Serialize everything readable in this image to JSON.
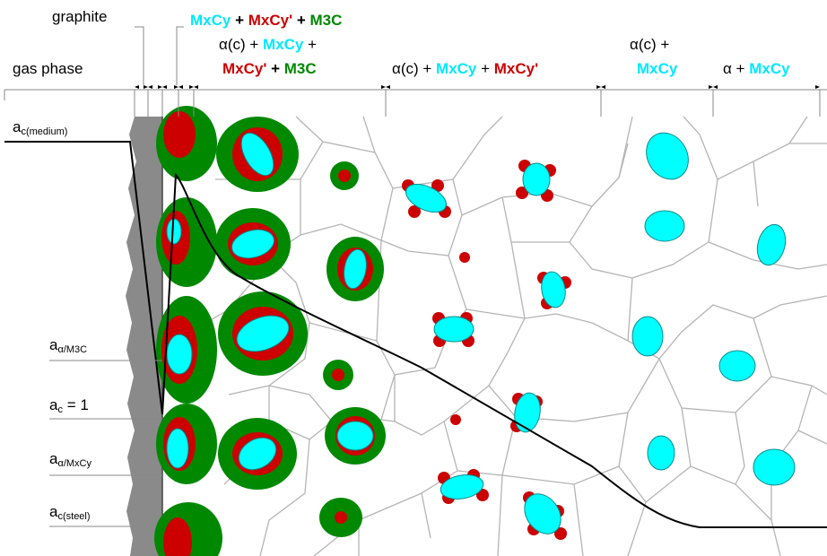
{
  "colors": {
    "cyan": "#00ffff",
    "red": "#cc0000",
    "green": "#008800",
    "gray": "#888888",
    "grain_boundary": "#b0b0b0",
    "text": "#000000"
  },
  "zones": {
    "graphite": "graphite",
    "gas_phase": "gas phase",
    "z1": {
      "a": "MxCy",
      "b": " + ",
      "c": "MxCy'",
      "d": " + ",
      "e": "M3C"
    },
    "z2_line1": {
      "a": "α(c) + ",
      "b": "MxCy",
      "c": " +"
    },
    "z2_line2": {
      "a": "MxCy'",
      "b": " + ",
      "c": "M3C"
    },
    "z3": {
      "a": "α(c) + ",
      "b": "MxCy",
      "c": " + ",
      "d": "MxCy'"
    },
    "z4_line1": "α(c) +",
    "z4_line2": "MxCy",
    "z5": {
      "a": "α + ",
      "b": "MxCy"
    }
  },
  "activity_labels": {
    "medium": {
      "main": "a",
      "sub": "c(medium)"
    },
    "m3c": {
      "main": "a",
      "sub": "α/M3C"
    },
    "ac1": {
      "main": "a",
      "sub": "c",
      "suffix": " = 1"
    },
    "mxcy": {
      "main": "a",
      "sub": "α/MxCy"
    },
    "steel": {
      "main": "a",
      "sub": "c(steel)"
    }
  }
}
